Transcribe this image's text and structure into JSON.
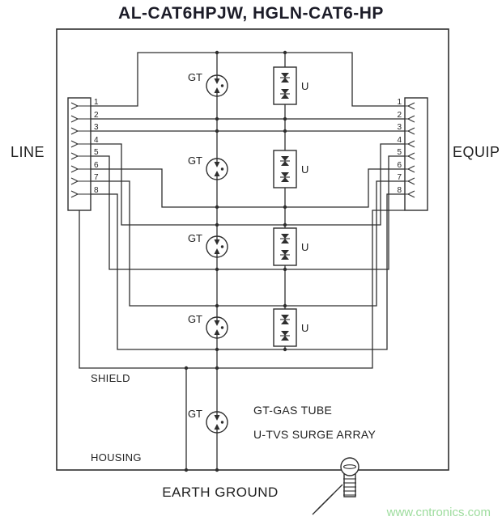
{
  "title": "AL-CAT6HPJW, HGLN-CAT6-HP",
  "connectors": {
    "line_label": "LINE",
    "equip_label": "EQUIP",
    "left_pins": [
      "1",
      "2",
      "3",
      "4",
      "5",
      "6",
      "7",
      "8"
    ],
    "right_pins": [
      "1",
      "2",
      "3",
      "4",
      "5",
      "6",
      "7",
      "8"
    ]
  },
  "components": {
    "gt_label": "GT",
    "u_label": "U"
  },
  "labels": {
    "shield": "SHIELD",
    "housing": "HOUSING",
    "earth_ground": "EARTH GROUND"
  },
  "legend": {
    "gt": "GT-GAS TUBE",
    "u": "U-TVS SURGE ARRAY"
  },
  "watermark": "www.cntronics.com",
  "colors": {
    "stroke": "#2e2e2e",
    "title": "#1c1c28",
    "text": "#222222",
    "watermark": "#9ddc9d",
    "background": "#ffffff"
  }
}
